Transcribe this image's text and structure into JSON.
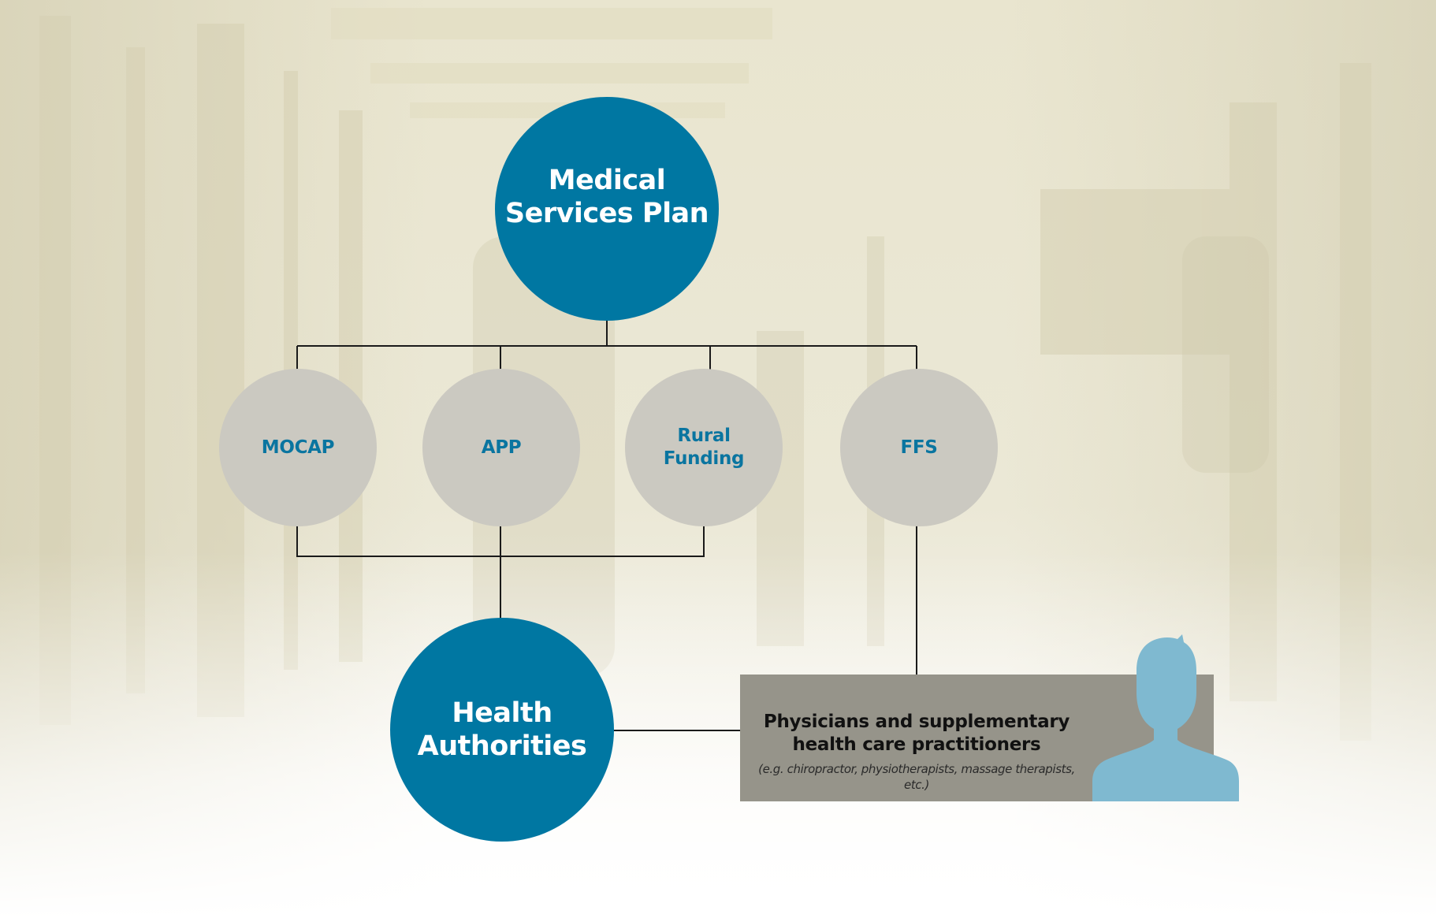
{
  "diagram": {
    "nodes": [
      {
        "id": "msp",
        "label": "Medical\nServices Plan",
        "kind": "main"
      },
      {
        "id": "mocap",
        "label": "MOCAP",
        "kind": "sub"
      },
      {
        "id": "app",
        "label": "APP",
        "kind": "sub"
      },
      {
        "id": "rural",
        "label": "Rural\nFunding",
        "kind": "sub"
      },
      {
        "id": "ffs",
        "label": "FFS",
        "kind": "sub"
      },
      {
        "id": "ha",
        "label": "Health\nAuthorities",
        "kind": "main"
      }
    ],
    "practitioners": {
      "title": "Physicians and supplementary\nhealth care practitioners",
      "note": "(e.g. chiropractor, physiotherapists, massage therapists, etc.)",
      "icon": "person-silhouette-icon"
    },
    "edges": [
      {
        "from": "msp",
        "to": "mocap"
      },
      {
        "from": "msp",
        "to": "app"
      },
      {
        "from": "msp",
        "to": "rural"
      },
      {
        "from": "msp",
        "to": "ffs"
      },
      {
        "from": "mocap",
        "to": "ha"
      },
      {
        "from": "app",
        "to": "ha"
      },
      {
        "from": "rural",
        "to": "ha"
      },
      {
        "from": "ffs",
        "to": "practitioners"
      },
      {
        "from": "ha",
        "to": "practitioners"
      }
    ]
  },
  "colors": {
    "main_node": "#0077a2",
    "sub_node": "#cbc9c1",
    "sub_text": "#0a75a0",
    "practitioners_box": "#96948a",
    "person_icon": "#7fb9d0",
    "background_tint": "#ece8d2",
    "connector": "#1a1a1a"
  }
}
